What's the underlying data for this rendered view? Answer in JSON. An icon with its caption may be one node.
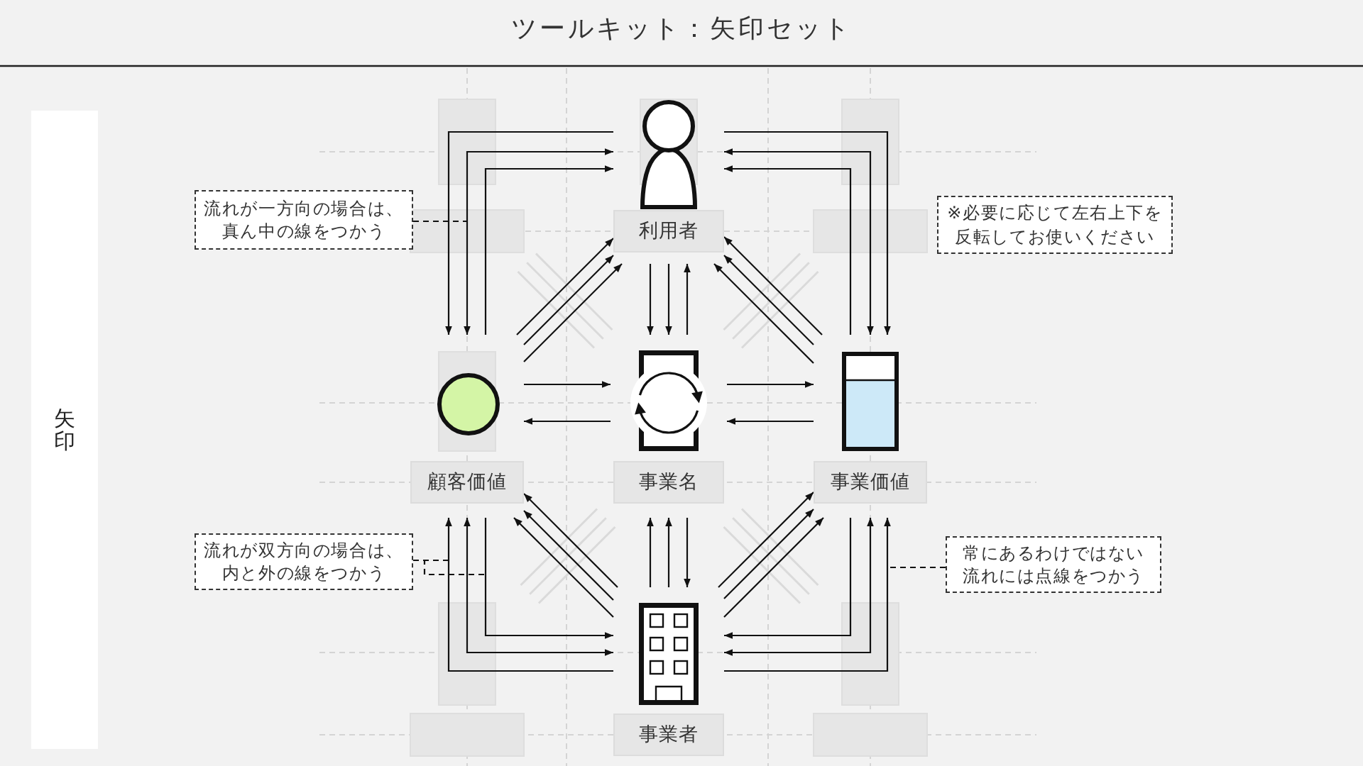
{
  "diagram": {
    "title": "ツールキット：矢印セット",
    "nodes": [
      {
        "text": [
          "矢印"
        ]
      },
      {
        "text": [
          "利用者"
        ]
      },
      {
        "text": [
          "流れが一方向の場合は、真ん中の線をつかう"
        ]
      },
      {
        "text": [
          "※必要に応じて左右上下を反転してお使いください"
        ]
      },
      {
        "text": [
          "顧客価値"
        ]
      },
      {
        "text": [
          "事業名"
        ]
      },
      {
        "text": [
          "事業価値"
        ]
      },
      {
        "text": [
          "流れが双方向の場合は、内と外の線をつかう"
        ]
      },
      {
        "text": [
          "常にあるわけではない流れには点線をつかう"
        ]
      },
      {
        "text": [
          "事業者"
        ]
      }
    ],
    "edges": [
      {
        "from": 1,
        "to": 4,
        "arrow": "to"
      },
      {
        "from": 1,
        "to": 4,
        "arrow": "both"
      },
      {
        "from": 4,
        "to": 1,
        "arrow": "to"
      },
      {
        "from": 1,
        "to": 6,
        "arrow": "to"
      },
      {
        "from": 1,
        "to": 6,
        "arrow": "both"
      },
      {
        "from": 6,
        "to": 1,
        "arrow": "to"
      },
      {
        "from": 1,
        "to": 5,
        "arrow": "to"
      },
      {
        "from": 1,
        "to": 5,
        "arrow": "to"
      },
      {
        "from": 5,
        "to": 1,
        "arrow": "to"
      },
      {
        "from": 4,
        "to": 1,
        "arrow": "to"
      },
      {
        "from": 4,
        "to": 1,
        "arrow": "to"
      },
      {
        "from": 4,
        "to": 1,
        "arrow": "to"
      },
      {
        "from": 6,
        "to": 1,
        "arrow": "to"
      },
      {
        "from": 6,
        "to": 1,
        "arrow": "to"
      },
      {
        "from": 6,
        "to": 1,
        "arrow": "to"
      },
      {
        "from": 4,
        "to": 5,
        "arrow": "to"
      },
      {
        "from": 5,
        "to": 4,
        "arrow": "to"
      },
      {
        "from": 5,
        "to": 6,
        "arrow": "to"
      },
      {
        "from": 6,
        "to": 5,
        "arrow": "to"
      },
      {
        "from": 9,
        "to": 4,
        "arrow": "to"
      },
      {
        "from": 9,
        "to": 4,
        "arrow": "to"
      },
      {
        "from": 9,
        "to": 4,
        "arrow": "to"
      },
      {
        "from": 9,
        "to": 6,
        "arrow": "to"
      },
      {
        "from": 9,
        "to": 6,
        "arrow": "to"
      },
      {
        "from": 9,
        "to": 6,
        "arrow": "to"
      },
      {
        "from": 9,
        "to": 5,
        "arrow": "to"
      },
      {
        "from": 9,
        "to": 5,
        "arrow": "to"
      },
      {
        "from": 5,
        "to": 9,
        "arrow": "to"
      },
      {
        "from": 9,
        "to": 4,
        "arrow": "to"
      },
      {
        "from": 4,
        "to": 9,
        "arrow": "both"
      },
      {
        "from": 4,
        "to": 9,
        "arrow": "to"
      },
      {
        "from": 6,
        "to": 9,
        "arrow": "to"
      },
      {
        "from": 6,
        "to": 9,
        "arrow": "both"
      },
      {
        "from": 9,
        "to": 6,
        "arrow": "to"
      },
      {
        "from": 2,
        "to": null,
        "arrow": "none",
        "style": "dashed"
      },
      {
        "from": 7,
        "to": null,
        "arrow": "none",
        "style": "dashed"
      },
      {
        "from": 7,
        "to": null,
        "arrow": "none",
        "style": "dashed"
      },
      {
        "from": 8,
        "to": null,
        "arrow": "none",
        "style": "dashed"
      }
    ]
  }
}
